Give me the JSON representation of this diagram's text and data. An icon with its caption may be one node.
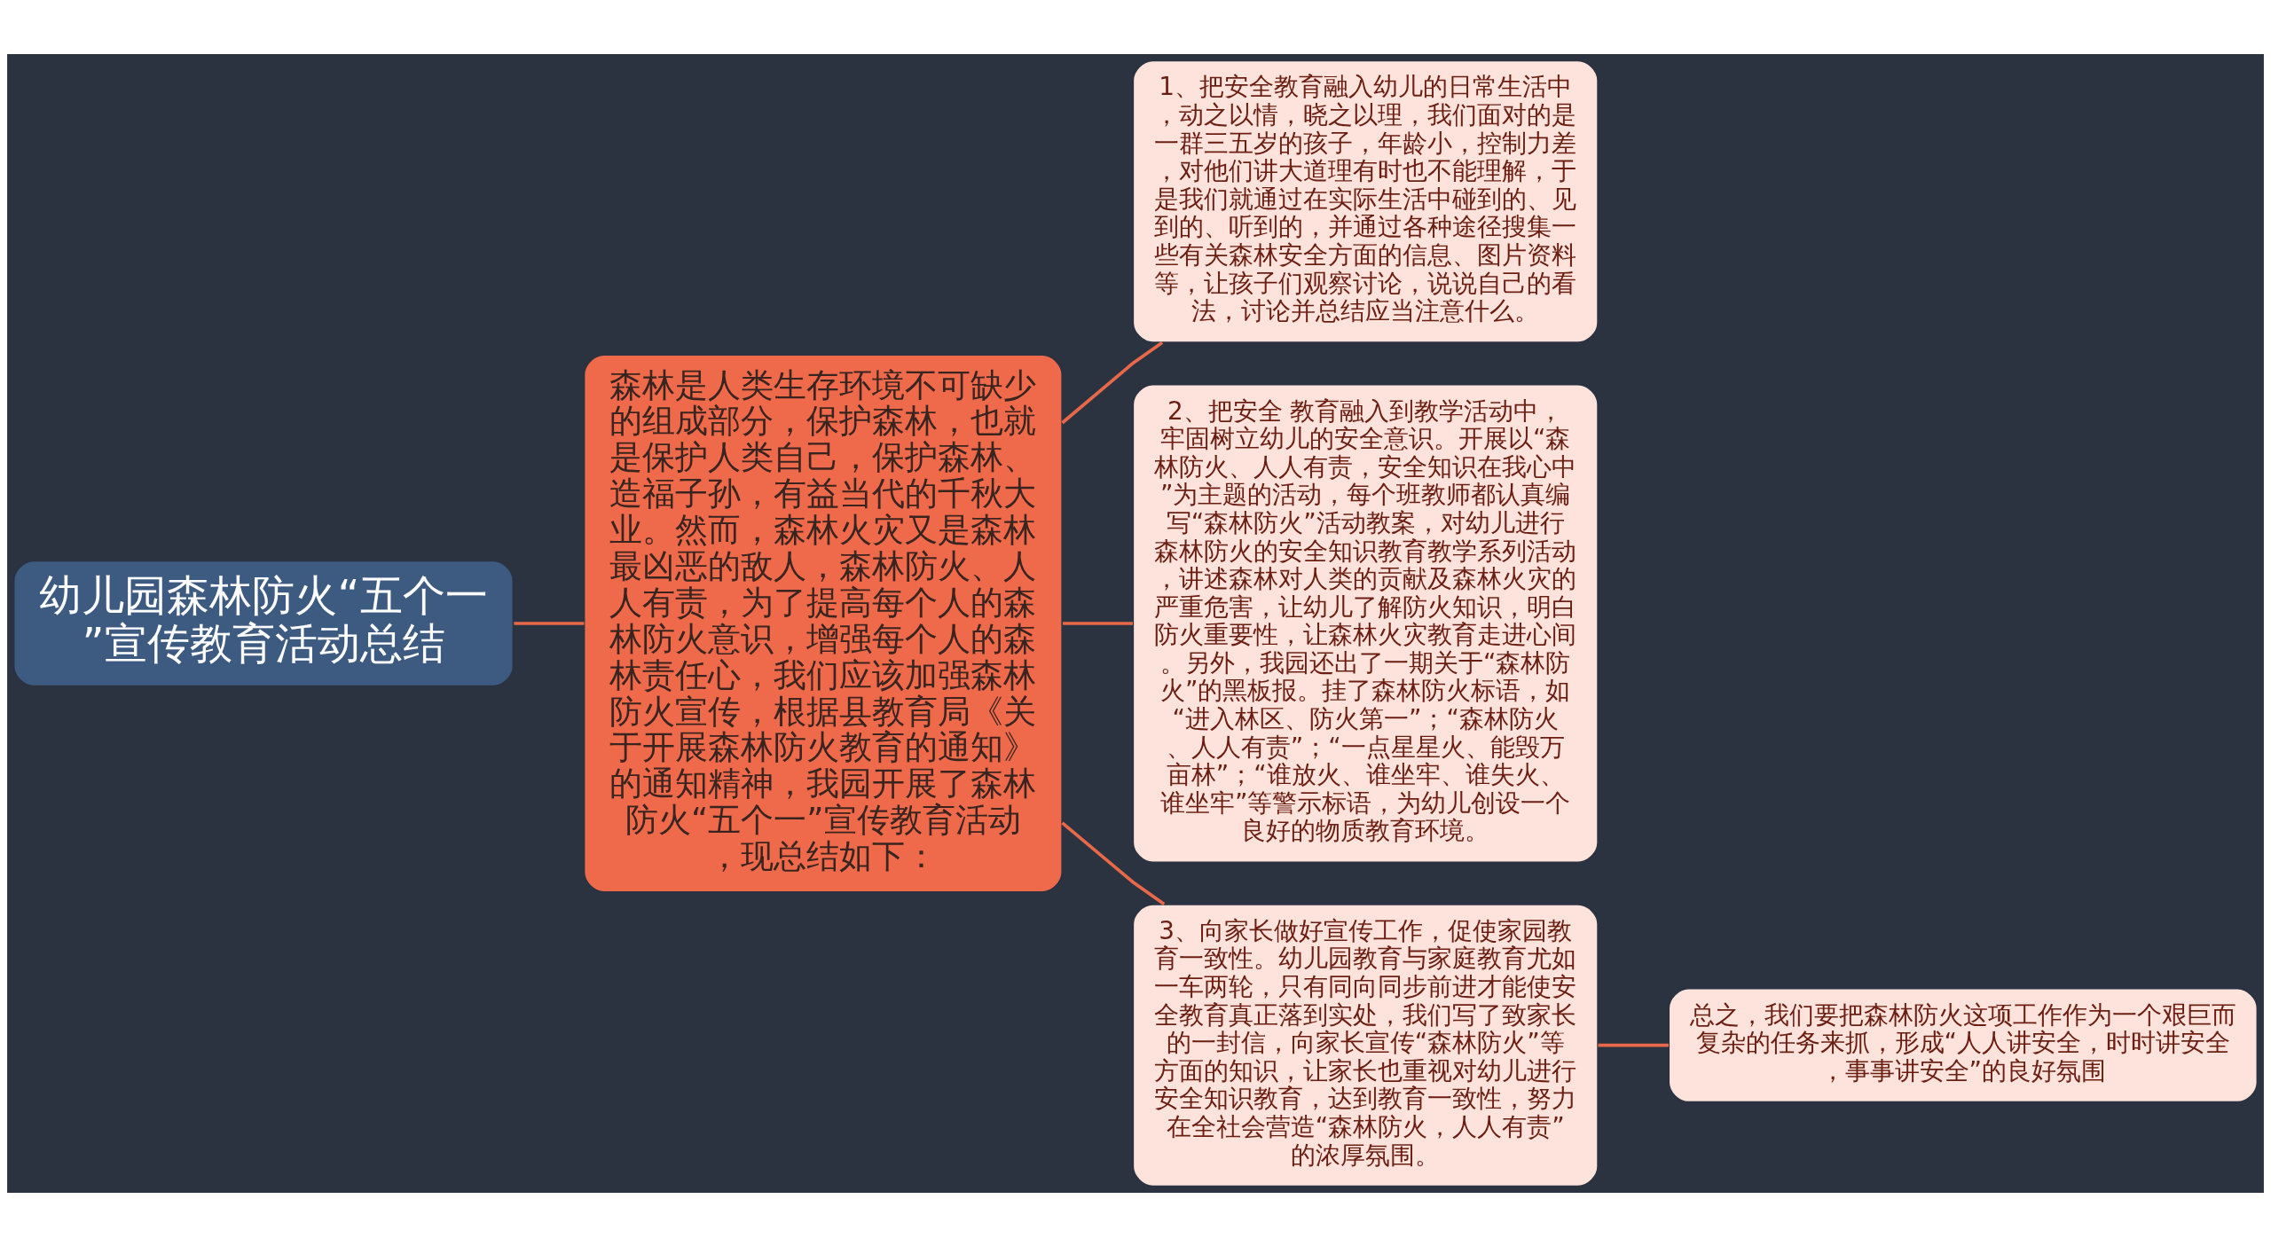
{
  "diagram": {
    "nodes": [
      {
        "text": [
          "幼儿园森林防火“五个一”宣传教育活动总结"
        ]
      },
      {
        "text": [
          "森林是人类生存环境不可缺少的组成部分，保护森林，也就是保护人类自己，保护森林、造福子孙，有益当代的千秋大业。然而，森林火灾又是森林最凶恶的敌人，森林防火、人人有责，为了提高每个人的森林防火意识，增强每个人的森林责任心，我们应该加强森林防火宣传，根据县教育局《关于开展森林防火教育的通知》的通知精神，我园开展了森林防火“五个一”宣传教育活动，现总结如下："
        ]
      },
      {
        "text": [
          "1、把安全教育融入幼儿的日常生活中，动之以情，晓之以理，我们面对的是一群三五岁的孩子，年龄小，控制力差，对他们讲大道理有时也不能理解，于是我们就通过在实际生活中碰到的、见到的、听到的，并通过各种途径搜集一些有关森林安全方面的信息、图片资料等，让孩子们观察讨论，说说自己的看法，讨论并总结应当注意什么。"
        ]
      },
      {
        "text": [
          "2、把安全 教育融入到教学活动中，牢固树立幼儿的安全意识。开展以“森林防火、人人有责，安全知识在我心中”为主题的活动，每个班教师都认真编写“森林防火”活动教案，对幼儿进行森林防火的安全知识教育教学系列活动，讲述森林对人类的贡献及森林火灾的严重危害，让幼儿了解防火知识，明白防火重要性，让森林火灾教育走进心间。另外，我园还出了一期关于“森林防火”的黑板报。挂了森林防火标语，如“进入林区、防火第一”；“森林防火、人人有责”；“一点星星火、能毁万亩林”；“谁放火、谁坐牢、谁失火、谁坐牢”等警示标语，为幼儿创设一个良好的物质教育环境。"
        ]
      },
      {
        "text": [
          "3、向家长做好宣传工作，促使家园教育一致性。幼儿园教育与家庭教育尤如一车两轮，只有同向同步前进才能使安全教育真正落到实处，我们写了致家长的一封信，向家长宣传“森林防火”等方面的知识，让家长也重视对幼儿进行安全知识教育，达到教育一致性，努力在全社会营造“森林防火，人人有责”的浓厚氛围。"
        ]
      },
      {
        "text": [
          "总之，我们要把森林防火这项工作作为一个艰巨而复杂的任务来抓，形成“人人讲安全，时时讲安全，事事讲安全”的良好氛围"
        ]
      }
    ],
    "edges": [
      {
        "from": 0,
        "to": 1,
        "arrow": "none"
      },
      {
        "from": 1,
        "to": 2,
        "arrow": "none"
      },
      {
        "from": 1,
        "to": 3,
        "arrow": "none"
      },
      {
        "from": 1,
        "to": 4,
        "arrow": "none"
      },
      {
        "from": 4,
        "to": 5,
        "arrow": "none"
      }
    ]
  }
}
